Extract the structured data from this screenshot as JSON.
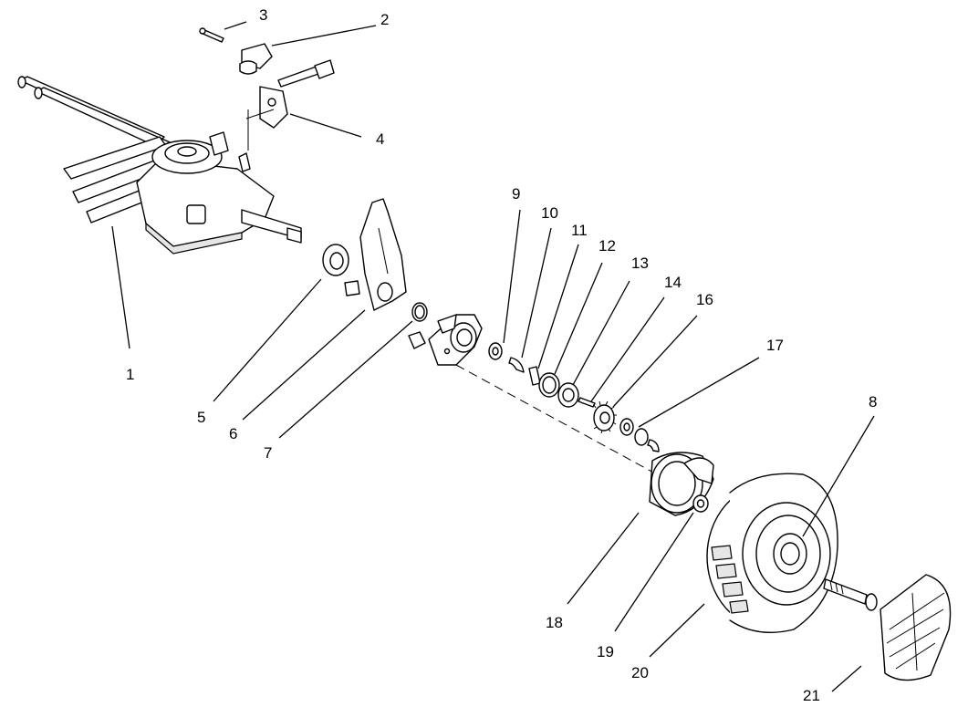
{
  "callouts": {
    "c1": "1",
    "c2": "2",
    "c3": "3",
    "c4": "4",
    "c5": "5",
    "c6": "6",
    "c7": "7",
    "c8": "8",
    "c9": "9",
    "c10": "10",
    "c11": "11",
    "c12": "12",
    "c13": "13",
    "c14": "14",
    "c16": "16",
    "c17": "17",
    "c18": "18",
    "c19": "19",
    "c20": "20",
    "c21": "21"
  }
}
